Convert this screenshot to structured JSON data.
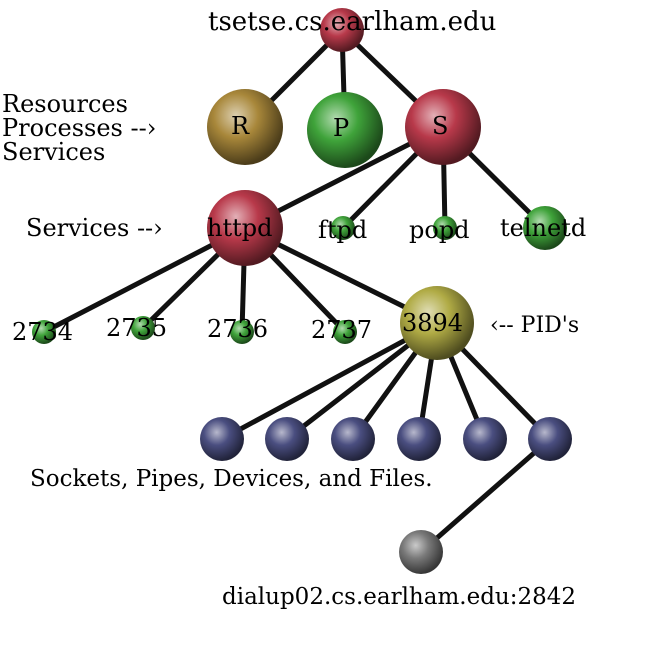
{
  "root": {
    "id": "root",
    "label": "tsetse.cs.earlham.edu",
    "color": "red"
  },
  "categories": [
    {
      "id": "R",
      "label": "R",
      "color": "gold"
    },
    {
      "id": "P",
      "label": "P",
      "color": "green"
    },
    {
      "id": "S",
      "label": "S",
      "color": "red"
    }
  ],
  "services": [
    {
      "id": "httpd",
      "label": "httpd",
      "color": "red"
    },
    {
      "id": "ftpd",
      "label": "ftpd",
      "color": "green"
    },
    {
      "id": "popd",
      "label": "popd",
      "color": "green"
    },
    {
      "id": "telnetd",
      "label": "telnetd",
      "color": "green"
    }
  ],
  "pids": [
    {
      "id": "2734",
      "label": "2734",
      "color": "green"
    },
    {
      "id": "2735",
      "label": "2735",
      "color": "green"
    },
    {
      "id": "2736",
      "label": "2736",
      "color": "green"
    },
    {
      "id": "2737",
      "label": "2737",
      "color": "green"
    },
    {
      "id": "3894",
      "label": "3894",
      "color": "olive"
    }
  ],
  "resources_count": 6,
  "remote": {
    "id": "remote",
    "label": "dialup02.cs.earlham.edu:2842",
    "color": "gray"
  },
  "annotations": {
    "categories_legend": [
      "Resources",
      "Processes --›",
      "Services"
    ],
    "services_arrow": "Services --›",
    "pids_arrow": "‹-- PID's",
    "resources_caption": "Sockets, Pipes, Devices, and Files."
  },
  "colors": {
    "red": "#b8394a",
    "green": "#3fa33a",
    "gold": "#a8873a",
    "olive": "#b0ab45",
    "blue": "#4a4e80",
    "gray": "#7a7a7a"
  }
}
